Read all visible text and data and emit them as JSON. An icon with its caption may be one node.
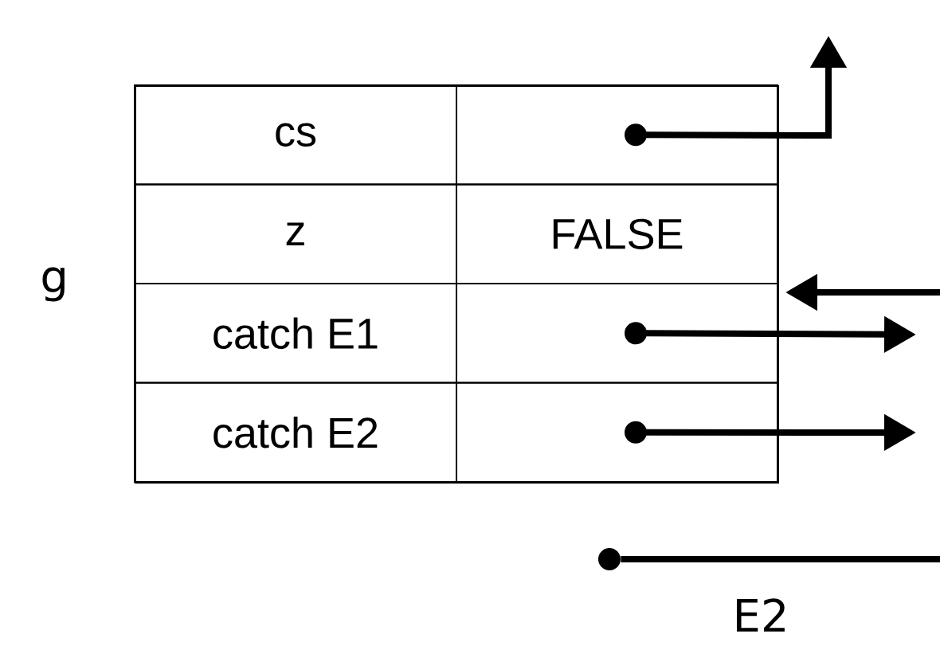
{
  "diagram": {
    "nodes": [
      {
        "text": [
          "g"
        ]
      },
      {
        "text": [
          "cs"
        ],
        "in": 0
      },
      {
        "text": [],
        "shape": "box",
        "in": 0
      },
      {
        "text": [
          "z"
        ],
        "in": 0
      },
      {
        "text": [
          "FALSE"
        ],
        "in": 0
      },
      {
        "text": [
          "catch E1"
        ],
        "in": 0
      },
      {
        "text": [],
        "shape": "box",
        "in": 0
      },
      {
        "text": [
          "catch E2"
        ],
        "in": 0
      },
      {
        "text": [],
        "shape": "box",
        "in": 0
      },
      {
        "text": [],
        "shape": "circle"
      }
    ],
    "edges": [
      {
        "from": 2,
        "to": null,
        "arrow": "to"
      },
      {
        "from": null,
        "to": 0,
        "arrow": "to"
      },
      {
        "from": 6,
        "to": null,
        "arrow": "to"
      },
      {
        "from": 8,
        "to": null,
        "arrow": "to"
      },
      {
        "from": 9,
        "to": null,
        "arrow": "none",
        "label": "E2"
      }
    ]
  }
}
